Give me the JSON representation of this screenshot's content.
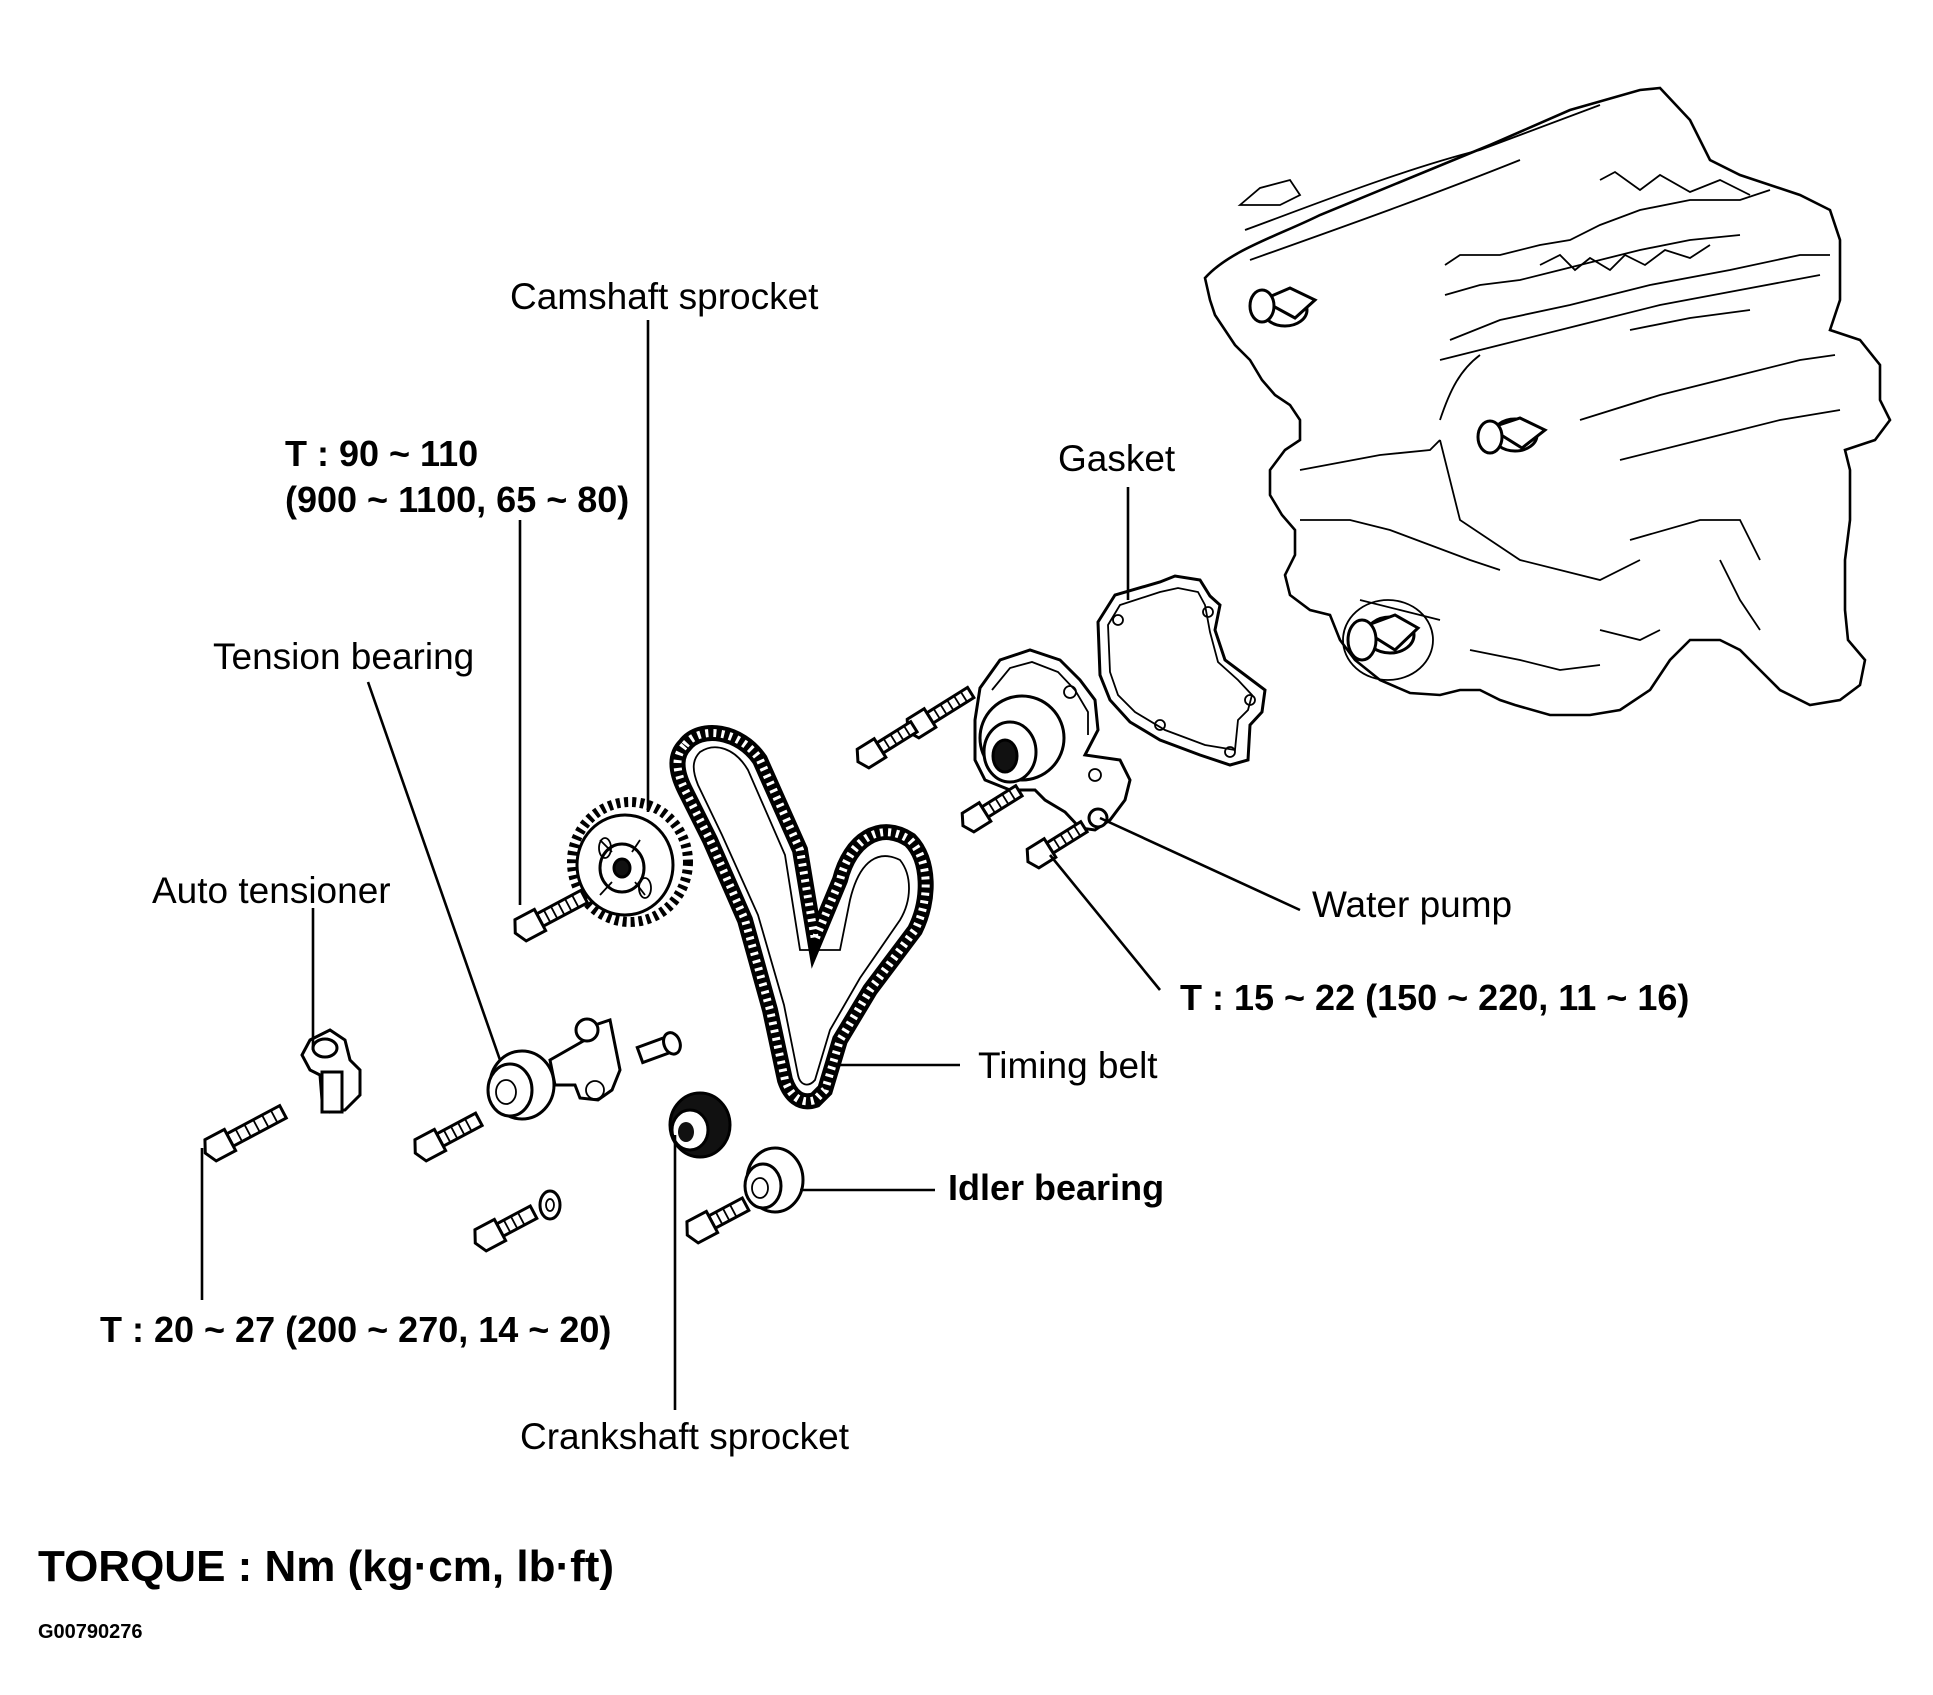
{
  "labels": {
    "camshaft_sprocket": "Camshaft sprocket",
    "cam_torque_line1": "T : 90 ~ 110",
    "cam_torque_line2": "(900 ~ 1100, 65 ~ 80)",
    "gasket": "Gasket",
    "tension_bearing": "Tension bearing",
    "auto_tensioner": "Auto tensioner",
    "water_pump": "Water pump",
    "water_pump_torque": "T : 15 ~ 22 (150 ~ 220, 11 ~ 16)",
    "timing_belt": "Timing belt",
    "idler_bearing": "Idler bearing",
    "bolt_torque": "T : 20 ~ 27 (200 ~ 270, 14 ~ 20)",
    "crankshaft_sprocket": "Crankshaft sprocket",
    "torque_units": "TORQUE : Nm (kg·cm, lb·ft)",
    "figure_code": "G00790276"
  }
}
